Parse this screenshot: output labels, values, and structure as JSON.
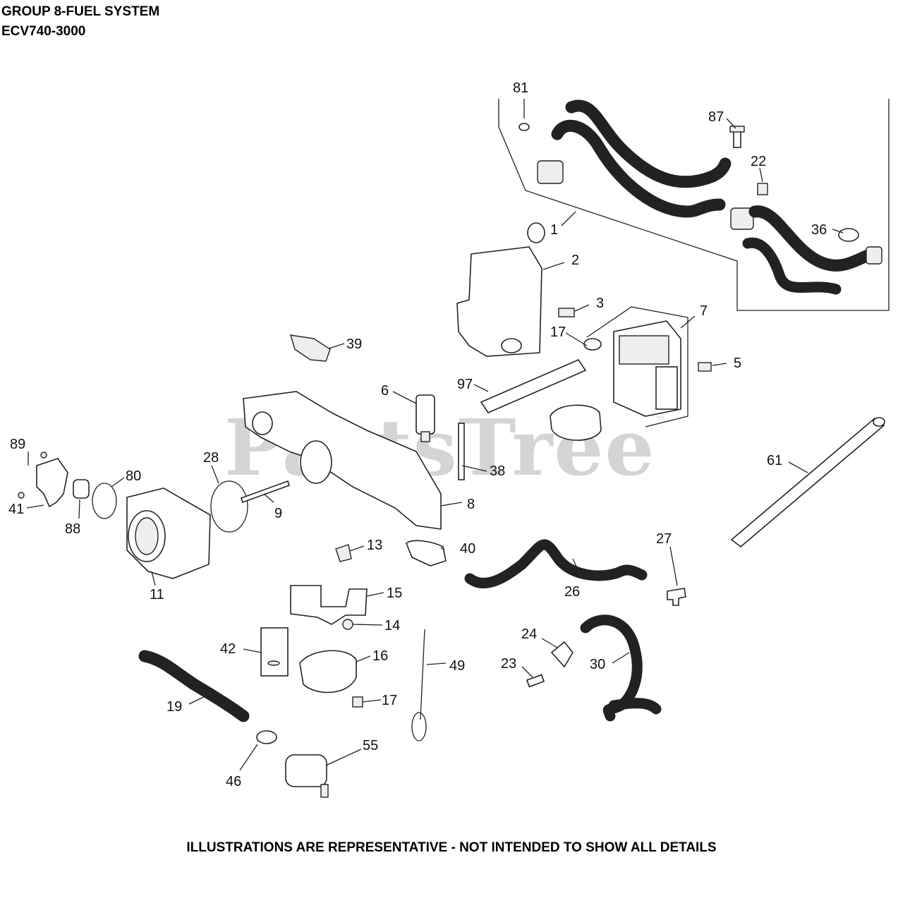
{
  "header": {
    "title": "GROUP 8-FUEL SYSTEM",
    "model": "ECV740-3000"
  },
  "footer": {
    "note": "ILLUSTRATIONS ARE REPRESENTATIVE - NOT INTENDED TO SHOW ALL DETAILS"
  },
  "watermark": {
    "brand": "PartsTree",
    "mark": "™"
  },
  "callouts": {
    "c1": "1",
    "c2": "2",
    "c3": "3",
    "c5": "5",
    "c6": "6",
    "c7": "7",
    "c8": "8",
    "c9": "9",
    "c11": "11",
    "c13": "13",
    "c14": "14",
    "c15": "15",
    "c16": "16",
    "c17a": "17",
    "c17b": "17",
    "c19": "19",
    "c22": "22",
    "c23": "23",
    "c24": "24",
    "c26": "26",
    "c27": "27",
    "c28": "28",
    "c30": "30",
    "c36": "36",
    "c38": "38",
    "c39": "39",
    "c40": "40",
    "c41": "41",
    "c42": "42",
    "c46": "46",
    "c49": "49",
    "c55": "55",
    "c61": "61",
    "c80": "80",
    "c81": "81",
    "c87": "87",
    "c88": "88",
    "c89": "89",
    "c97": "97"
  }
}
